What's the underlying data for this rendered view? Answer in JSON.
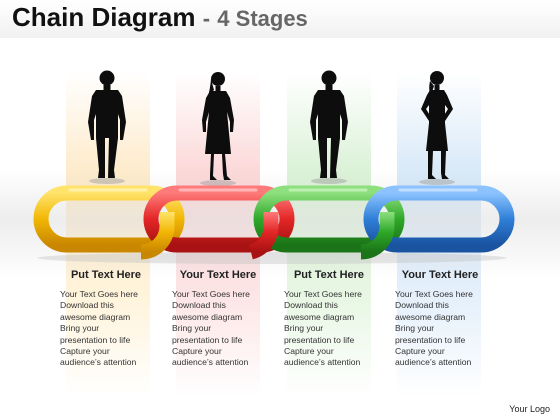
{
  "title": {
    "main": "Chain Diagram",
    "separator": "-",
    "sub": "4 Stages"
  },
  "stages": [
    {
      "heading": "Put Text Here",
      "figure": "businessman-silhouette",
      "link_color": "#f2b705",
      "lines": [
        "Your Text Goes here",
        "Download this",
        "awesome diagram",
        "Bring your",
        "presentation to life",
        "Capture your",
        "audience’s attention"
      ]
    },
    {
      "heading": "Your Text Here",
      "figure": "businesswoman-silhouette",
      "link_color": "#e32626",
      "lines": [
        "Your Text Goes here",
        "Download this",
        "awesome diagram",
        "Bring your",
        "presentation to life",
        "Capture your",
        "audience’s attention"
      ]
    },
    {
      "heading": "Put Text Here",
      "figure": "businessman-silhouette",
      "link_color": "#2fa829",
      "lines": [
        "Your Text Goes here",
        "Download this",
        "awesome diagram",
        "Bring your",
        "presentation to life",
        "Capture your",
        "audience’s attention"
      ]
    },
    {
      "heading": "Your Text Here",
      "figure": "businesswoman-silhouette",
      "link_color": "#2f7fd8",
      "lines": [
        "Your Text Goes here",
        "Download this",
        "awesome diagram",
        "Bring your",
        "presentation to life",
        "Capture your",
        "audience’s attention"
      ]
    }
  ],
  "logo": "Your Logo"
}
